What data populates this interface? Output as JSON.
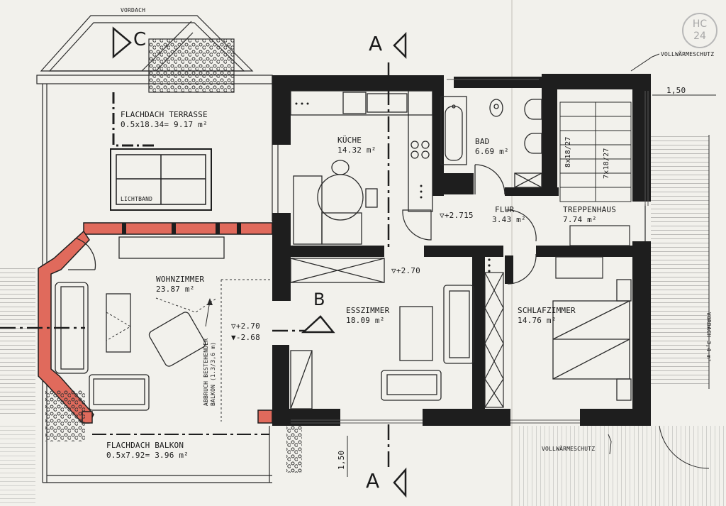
{
  "colors": {
    "wall": "#1e1e1e",
    "wall_new": "#e06a5c",
    "paper": "#f2f1ec",
    "line": "#2a2a2a"
  },
  "logo": {
    "line1": "HC",
    "line2": "24"
  },
  "section_markers": {
    "top": "A",
    "bottom": "A",
    "marker_c": "C",
    "marker_b": "B"
  },
  "labels": {
    "vordach_top": "VORDACH",
    "vollwaermeschutz_top": "VOLLWÄRMESCHUTZ",
    "vollwaermeschutz_bottom": "VOLLWÄRMESCHUTZ",
    "dim_150_top": "1,50",
    "dim_150_bottom": "1,50",
    "vordach_side": "VORDACH 3,4 m²",
    "lichtband": "LICHTBAND",
    "abbruch": "ABBRUCH BESTEHENDER",
    "abbruch2": "BALKON (1.3/3,6 m)"
  },
  "rooms": {
    "terrasse": {
      "name": "FLACHDACH TERRASSE",
      "area": "0.5x18.34= 9.17 m²"
    },
    "kueche": {
      "name": "KÜCHE",
      "area": "14.32 m²"
    },
    "bad": {
      "name": "BAD",
      "area": "6.69 m²"
    },
    "flur": {
      "name": "FLUR",
      "area": "3.43 m²"
    },
    "treppenhaus": {
      "name": "TREPPENHAUS",
      "area": "7.74 m²"
    },
    "wohnzimmer": {
      "name": "WOHNZIMMER",
      "area": "23.87 m²"
    },
    "esszimmer": {
      "name": "ESSZIMMER",
      "area": "18.09 m²"
    },
    "schlafzimmer": {
      "name": "SCHLAFZIMMER",
      "area": "14.76 m²"
    },
    "balkon": {
      "name": "FLACHDACH BALKON",
      "area": "0.5x7.92= 3.96 m²"
    }
  },
  "levels": {
    "flur": "▽+2.715",
    "ess": "▽+2.70",
    "wohn_a": "▽+2.70",
    "wohn_b": "▼-2.68"
  },
  "stairs": {
    "left": "8x18/27",
    "right": "7x18/27"
  }
}
